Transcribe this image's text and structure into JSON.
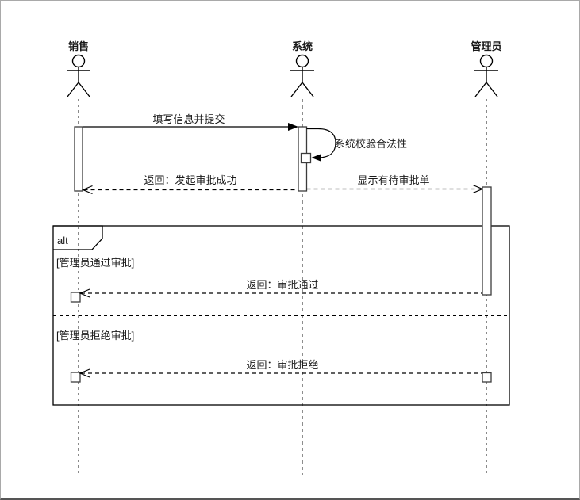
{
  "diagram": {
    "type": "uml-sequence",
    "actors": [
      {
        "name": "销售"
      },
      {
        "name": "系统"
      },
      {
        "name": "管理员"
      }
    ],
    "messages": [
      {
        "label": "填写信息并提交",
        "from": "销售",
        "to": "系统",
        "kind": "sync-solid-filled-arrow"
      },
      {
        "label": "系统校验合法性",
        "from": "系统",
        "to": "系统",
        "kind": "self-loop"
      },
      {
        "label": "返回：发起审批成功",
        "from": "系统",
        "to": "销售",
        "kind": "dashed-return"
      },
      {
        "label": "显示有待审批单",
        "from": "系统",
        "to": "管理员",
        "kind": "dashed-open-arrow"
      },
      {
        "label": "返回：审批通过",
        "from": "管理员",
        "to": "销售",
        "kind": "dashed-return"
      },
      {
        "label": "返回：审批拒绝",
        "from": "管理员",
        "to": "销售",
        "kind": "dashed-return"
      }
    ],
    "fragment": {
      "operator": "alt",
      "guards": [
        "[管理员通过审批]",
        "[管理员拒绝审批]"
      ]
    },
    "colors": {
      "stroke": "#000000",
      "lifeline_gray": "#8a8a8a",
      "background": "#ffffff",
      "frame_border": "#a9a9a9"
    }
  }
}
